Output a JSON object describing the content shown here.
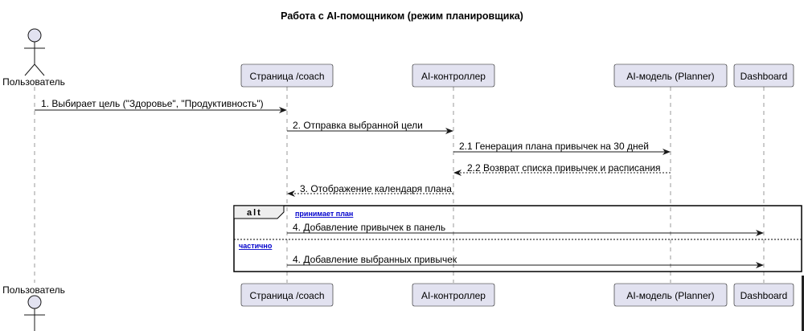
{
  "title": "Работа с AI-помощником (режим планировщика)",
  "participants": {
    "user": "Пользователь",
    "coach": "Страница /coach",
    "ai_controller": "AI-контроллер",
    "ai_model": "AI-модель (Planner)",
    "dashboard": "Dashboard"
  },
  "messages": [
    {
      "id": "m1",
      "text": "1. Выбирает цель (\"Здоровье\", \"Продуктивность\")",
      "from": "user",
      "to": "coach",
      "style": "solid"
    },
    {
      "id": "m2",
      "text": "2. Отправка выбранной цели",
      "from": "coach",
      "to": "ai_controller",
      "style": "solid"
    },
    {
      "id": "m3",
      "text": "2.1 Генерация плана привычек на 30 дней",
      "from": "ai_controller",
      "to": "ai_model",
      "style": "solid"
    },
    {
      "id": "m4",
      "text": "2.2 Возврат списка привычек и расписания",
      "from": "ai_model",
      "to": "ai_controller",
      "style": "dashed"
    },
    {
      "id": "m5",
      "text": "3. Отображение календаря плана",
      "from": "ai_controller",
      "to": "coach",
      "style": "dashed"
    }
  ],
  "alt": {
    "keyword": "alt",
    "branch1": {
      "condition": "принимает план",
      "message": "4. Добавление привычек в панель"
    },
    "branch2": {
      "condition": "частично",
      "message": "4. Добавление выбранных привычек"
    }
  }
}
